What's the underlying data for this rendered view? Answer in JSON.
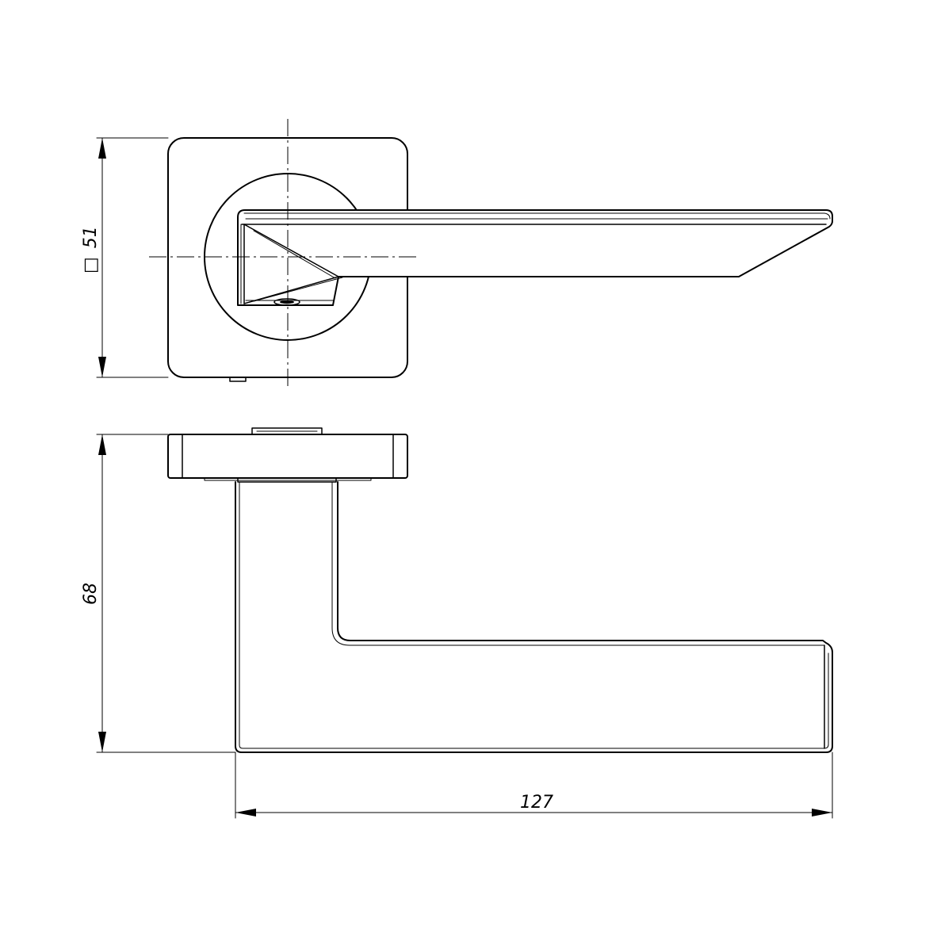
{
  "dimensions": {
    "rosette_square_symbol": "□",
    "rosette_size": "51",
    "height": "68",
    "length": "127"
  },
  "colors": {
    "line": "#000000",
    "background": "#ffffff"
  }
}
